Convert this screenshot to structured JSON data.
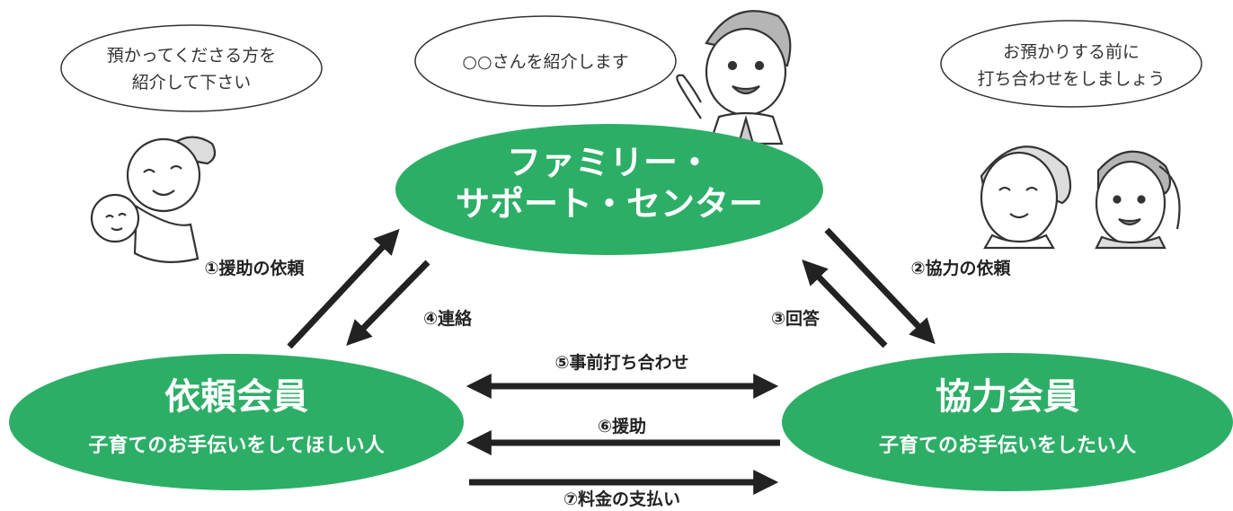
{
  "colors": {
    "node_fill": "#2dae67",
    "node_text": "#ffffff",
    "arrow": "#222222",
    "bubble_stroke": "#333333"
  },
  "bubbles": {
    "requester": {
      "line1": "預かってくださる方を",
      "line2": "紹介して下さい"
    },
    "center": {
      "line1": "○○さんを紹介します"
    },
    "helper": {
      "line1": "お預かりする前に",
      "line2": "打ち合わせをしましょう"
    }
  },
  "nodes": {
    "center": {
      "line1": "ファミリー・",
      "line2": "サポート・センター"
    },
    "requester": {
      "title": "依頼会員",
      "subtitle": "子育てのお手伝いをしてほしい人"
    },
    "helper": {
      "title": "協力会員",
      "subtitle": "子育てのお手伝いをしたい人"
    }
  },
  "edges": {
    "e1": "①援助の依頼",
    "e2": "②協力の依頼",
    "e3": "③回答",
    "e4": "④連絡",
    "e5": "⑤事前打ち合わせ",
    "e6": "⑥援助",
    "e7": "⑦料金の支払い"
  },
  "illustrations": {
    "requester_parent": "mother-with-baby-illustration",
    "center_staff": "waving-staff-illustration",
    "helper_senior": "elderly-woman-illustration",
    "helper_young": "young-woman-illustration"
  }
}
